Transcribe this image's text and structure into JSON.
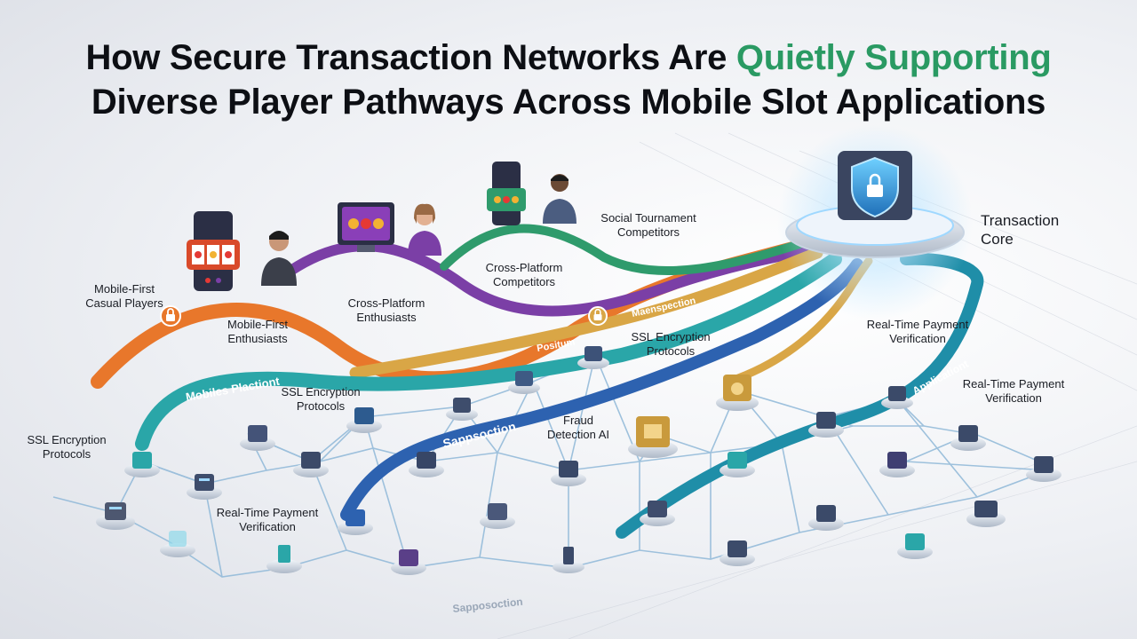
{
  "title": {
    "line1_prefix": "How Secure Transaction Networks Are ",
    "line1_accent": "Quietly Supporting",
    "line2": "Diverse Player Pathways Across Mobile Slot Applications"
  },
  "colors": {
    "accent_green": "#2a9a63",
    "orange": "#e8772b",
    "purple": "#7b3fa6",
    "green": "#2f9b6c",
    "gold": "#d9a646",
    "teal": "#2aa6a8",
    "blue": "#2d62b0",
    "core_glow": "#9fd8ff"
  },
  "labels": {
    "mobile_first_casual": "Mobile-First\nCasual Players",
    "mobile_first_enthusiasts": "Mobile-First\nEnthusiasts",
    "cross_platform_enthusiasts": "Cross-Platform\nEnthusiasts",
    "cross_platform_competitors": "Cross-Platform\nCompetitors",
    "social_tournament": "Social Tournament\nCompetitors",
    "transaction_core": "Transaction\nCore",
    "ssl_1": "SSL Encryption\nProtocols",
    "ssl_2": "SSL Encryption\nProtocols",
    "ssl_3": "SSL Encryption\nProtocols",
    "realtime_1": "Real-Time Payment\nVerification",
    "realtime_2": "Real-Time Payment\nVerification",
    "realtime_3": "Real-Time Payment\nVerification",
    "fraud": "Fraud\nDetection AI"
  },
  "bands": {
    "mobile_platform": "Mobiles Plactiont",
    "sappsection": "Sappsoction",
    "positum": "Positum",
    "maenspection": "Maenspection",
    "applications": "Applicationt",
    "sapposection_bottom": "Sapposoction"
  },
  "icons": {
    "core": "shield-lock-icon",
    "lock": "padlock-icon",
    "slot": "slot-machine-icon",
    "node": "server-node-icon",
    "person": "player-avatar-icon"
  }
}
